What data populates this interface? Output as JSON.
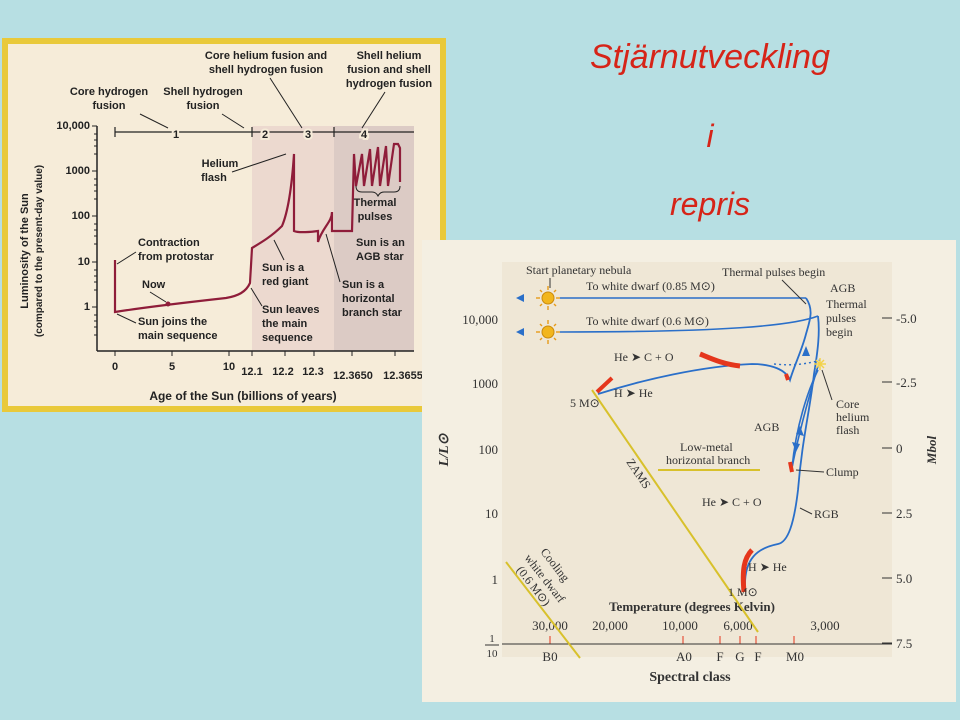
{
  "slide": {
    "title": "Stjärnutveckling",
    "line2": "i",
    "line3": "repris",
    "title_color": "#d62418",
    "background": "#b7dfe3"
  },
  "left_chart": {
    "y_axis_label_1": "Luminosity of the Sun",
    "y_axis_label_2": "(compared to the present-day value)",
    "x_axis_label": "Age of the Sun (billions of years)",
    "y_ticks": [
      "10,000",
      "1000",
      "100",
      "10",
      "1"
    ],
    "x_ticks": [
      "0",
      "5",
      "10",
      "12.1",
      "12.2",
      "12.3",
      "12.3650",
      "12.3655"
    ],
    "phases": [
      "1",
      "2",
      "3",
      "4"
    ],
    "top_labels": {
      "core_h_1": "Core hydrogen",
      "core_h_2": "fusion",
      "shell_h_1": "Shell hydrogen",
      "shell_h_2": "fusion",
      "core_he_1": "Core helium fusion and",
      "core_he_2": "shell hydrogen fusion",
      "shell_he_1": "Shell helium",
      "shell_he_2": "fusion and shell",
      "shell_he_3": "hydrogen fusion"
    },
    "annotations": {
      "helium_flash_1": "Helium",
      "helium_flash_2": "flash",
      "thermal_1": "Thermal",
      "thermal_2": "pulses",
      "contraction_1": "Contraction",
      "contraction_2": "from protostar",
      "now": "Now",
      "main_seq_1": "Sun joins the",
      "main_seq_2": "main sequence",
      "red_giant_1": "Sun is a",
      "red_giant_2": "red giant",
      "leaves_1": "Sun leaves",
      "leaves_2": "the main",
      "leaves_3": "sequence",
      "agb_1": "Sun is an",
      "agb_2": "AGB star",
      "hb_1": "Sun is a",
      "hb_2": "horizontal",
      "hb_3": "branch star"
    },
    "colors": {
      "frame": "#e9c93a",
      "panel": "#f6ecd9",
      "shade": "#e8d8cf",
      "curve": "#8f1d3a"
    }
  },
  "right_chart": {
    "y_axis_label": "L/L⊙",
    "right_axis_label": "Mbol",
    "x_axis_label": "Temperature (degrees Kelvin)",
    "bottom_axis_label": "Spectral class",
    "y_ticks": [
      "10,000",
      "1000",
      "100",
      "10",
      "1"
    ],
    "y_tick_frac_num": "1",
    "y_tick_frac_den": "10",
    "mbol_ticks": [
      "-5.0",
      "-2.5",
      "0",
      "2.5",
      "5.0",
      "7.5"
    ],
    "temp_ticks": [
      "30,000",
      "20,000",
      "10,000",
      "6,000",
      "3,000"
    ],
    "spectral_ticks": [
      "B0",
      "A0",
      "F",
      "G",
      "F",
      "M0"
    ],
    "labels": {
      "start_pn": "Start planetary nebula",
      "thermal_begin": "Thermal pulses begin",
      "to_wd_085": "To white dwarf (0.85 M⊙)",
      "to_wd_06": "To white dwarf (0.6 M⊙)",
      "agb": "AGB",
      "thermal_pulses_1": "Thermal",
      "thermal_pulses_2": "pulses",
      "thermal_pulses_3": "begin",
      "he_c_o_top": "He ➤ C + O",
      "h_he_top": "H ➤ He",
      "five_msun": "5 M⊙",
      "core_he_1": "Core",
      "core_he_2": "helium",
      "core_he_3": "flash",
      "agb_mid": "AGB",
      "low_metal_1": "Low-metal",
      "low_metal_2": "horizontal branch",
      "clump": "Clump",
      "zams": "ZAMS",
      "he_c_o_mid": "He ➤ C + O",
      "rgb": "RGB",
      "cooling_1": "Cooling",
      "cooling_2": "white dwarf",
      "cooling_3": "(0.6 M⊙)",
      "h_he_bottom": "H ➤ He",
      "one_msun": "1 M⊙"
    },
    "colors": {
      "panel": "#f4efe2",
      "track": "#2a6fc9",
      "zams": "#d8c12c",
      "red": "#e5361c",
      "ink": "#333333"
    }
  }
}
